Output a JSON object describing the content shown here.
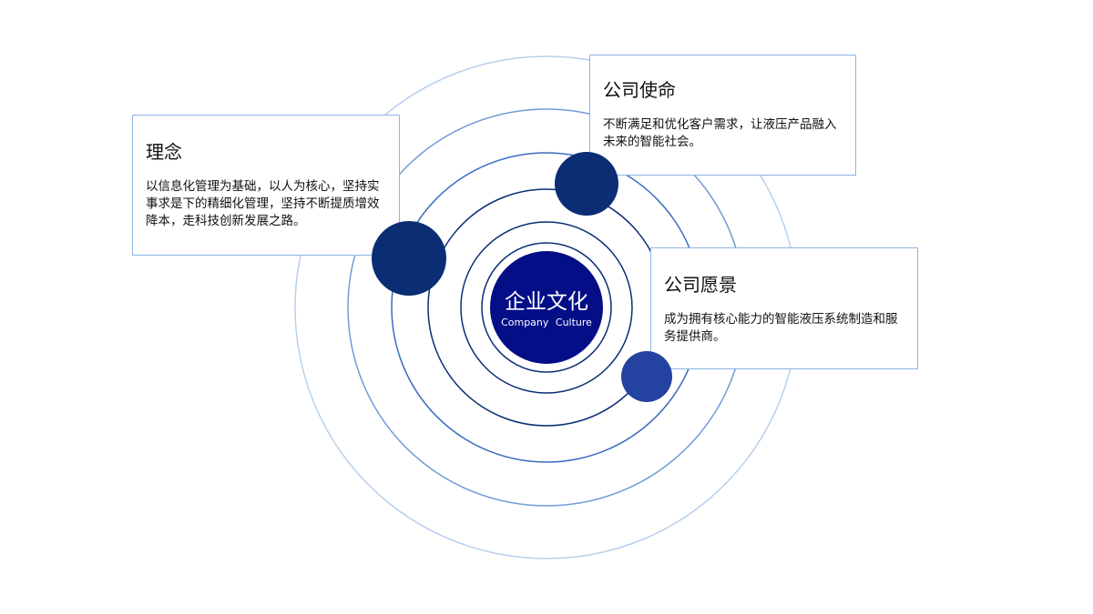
{
  "center": {
    "title": "企业文化",
    "subtitle": "Company Culture"
  },
  "cards": [
    {
      "title": "理念",
      "body": "以信息化管理为基础，以人为核心，坚持实事求是下的精细化管理，坚持不断提质增效降本，走科技创新发展之路。"
    },
    {
      "title": "公司使命",
      "body": "不断满足和优化客户需求，让液压产品融入未来的智能社会。"
    },
    {
      "title": "公司愿景",
      "body": "成为拥有核心能力的智能液压系统制造和服务提供商。"
    }
  ],
  "colors": {
    "navy": "#0a2d74",
    "center": "#030e87",
    "mid": "#4a7cc8",
    "light": "#b8d0ec",
    "accent": "#2442a0"
  }
}
